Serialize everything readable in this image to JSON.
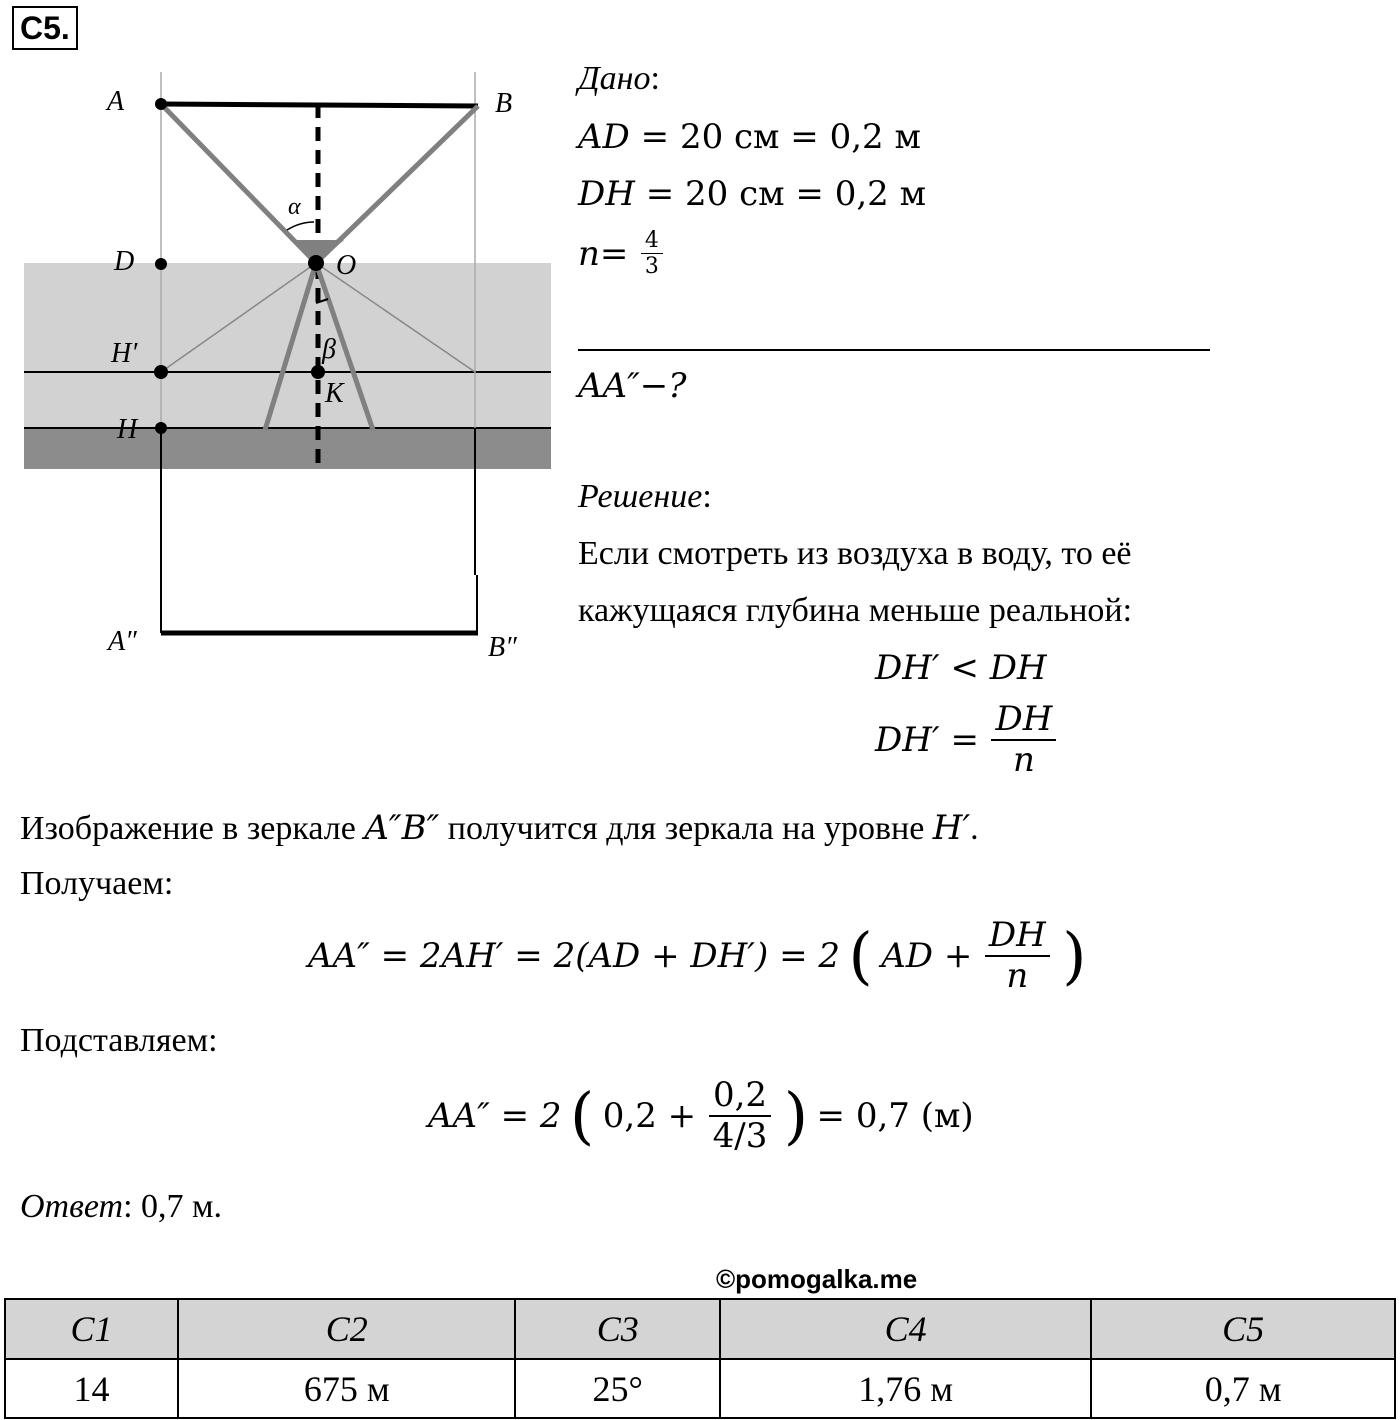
{
  "problem_label": "С5.",
  "diagram": {
    "labels": {
      "A": "A",
      "B": "B",
      "D": "D",
      "O": "O",
      "H_prime": "H′",
      "H": "H",
      "K": "K",
      "alpha": "α",
      "beta": "β",
      "A_dd": "A″",
      "B_dd": "B″"
    }
  },
  "given": {
    "title": "Дано",
    "title_colon": ":",
    "ad": {
      "lhs": "AD",
      "val": "20 см = 0,2 м"
    },
    "dh": {
      "lhs": "DH",
      "val": "20 см = 0,2 м"
    },
    "n": {
      "lhs": "n",
      "num": "4",
      "den": "3"
    },
    "find": "AA″−?"
  },
  "solution": {
    "title": "Решение",
    "title_colon": ":",
    "text_line1": "Если смотреть из воздуха в воду, то её",
    "text_line2": "кажущаяся глубина меньше реальной:",
    "ineq": "DH′ < DH",
    "eq_lhs": "DH′ =",
    "eq_num": "DH",
    "eq_den": "n",
    "image_text_before": "Изображение в зеркале ",
    "image_math": "A″B″",
    "image_text_mid": " получится для зеркала на уровне ",
    "image_level": "H′",
    "image_text_end": ".",
    "get_label": "Получаем:",
    "formula1_a": "AA″ = 2AH′ = 2(AD + DH′) = 2",
    "formula1_b": "AD +",
    "formula1_num": "DH",
    "formula1_den": "n",
    "subst_label": "Подставляем:",
    "formula2_a": "AA″ = 2",
    "formula2_b": "0,2 +",
    "formula2_num": "0,2",
    "formula2_den": "4/3",
    "formula2_c": "= 0,7 (м)",
    "paren_open": "(",
    "paren_close": ")"
  },
  "answer": {
    "label": "Ответ",
    "value": ": 0,7 м."
  },
  "watermark": "©pomogalka.me",
  "answers_table": {
    "headers": [
      "C1",
      "C2",
      "C3",
      "C4",
      "C5"
    ],
    "values": [
      "14",
      "675 м",
      "25°",
      "1,76 м",
      "0,7 м"
    ]
  }
}
